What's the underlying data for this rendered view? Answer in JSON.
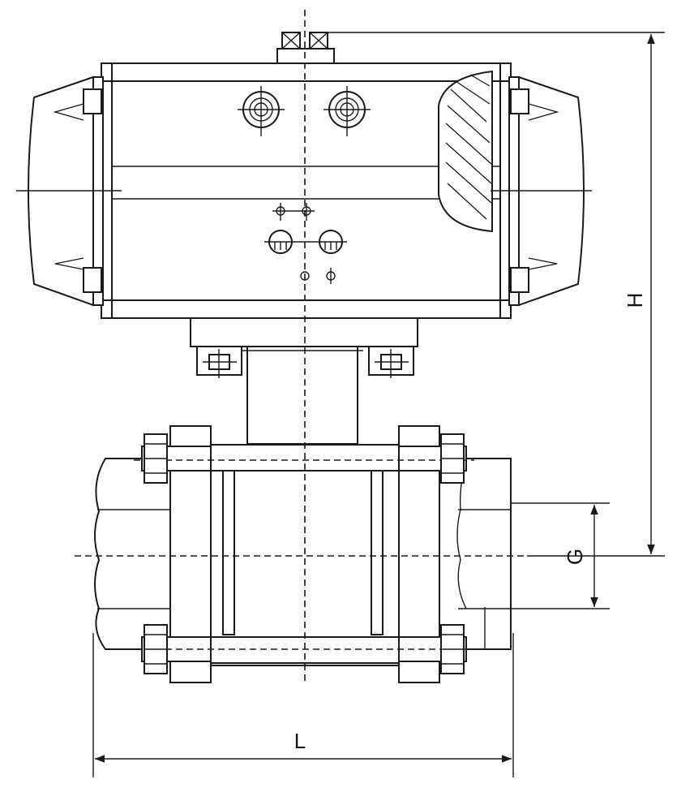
{
  "dimensions": {
    "height_label": "H",
    "bore_label": "G",
    "length_label": "L"
  },
  "colors": {
    "line": "#1a1a1a",
    "background": "#ffffff"
  }
}
